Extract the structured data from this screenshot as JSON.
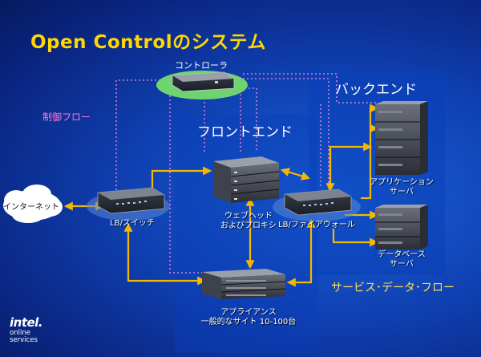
{
  "title": "Open Controlのシステム",
  "labels": {
    "controller": "コントローラ",
    "backend": "バックエンド",
    "frontend": "フロントエンド",
    "control_flow": "制御フロー",
    "internet": "インターネット",
    "lb_switch": "LB/スイッチ",
    "webhead_line1": "ウェブヘッド",
    "webhead_line2": "およびプロキシ",
    "lb_firewall": "LB/ファイアウォール",
    "app_server_line1": "アプリケーション",
    "app_server_line2": "サーバ",
    "db_server_line1": "データベース",
    "db_server_line2": "サーバ",
    "appliance_line1": "アプライアンス",
    "appliance_line2": "一般的なサイト 10-100台",
    "service_flow": "サービス･データ･フロー"
  },
  "logo": {
    "brand": "intel.",
    "line1": "online",
    "line2": "services"
  },
  "colors": {
    "title": "#ffd700",
    "control_flow": "#ff77dd",
    "service_flow": "#ffe04d",
    "arrow": "#f5b800",
    "controller_pad": "#6fd46f"
  }
}
